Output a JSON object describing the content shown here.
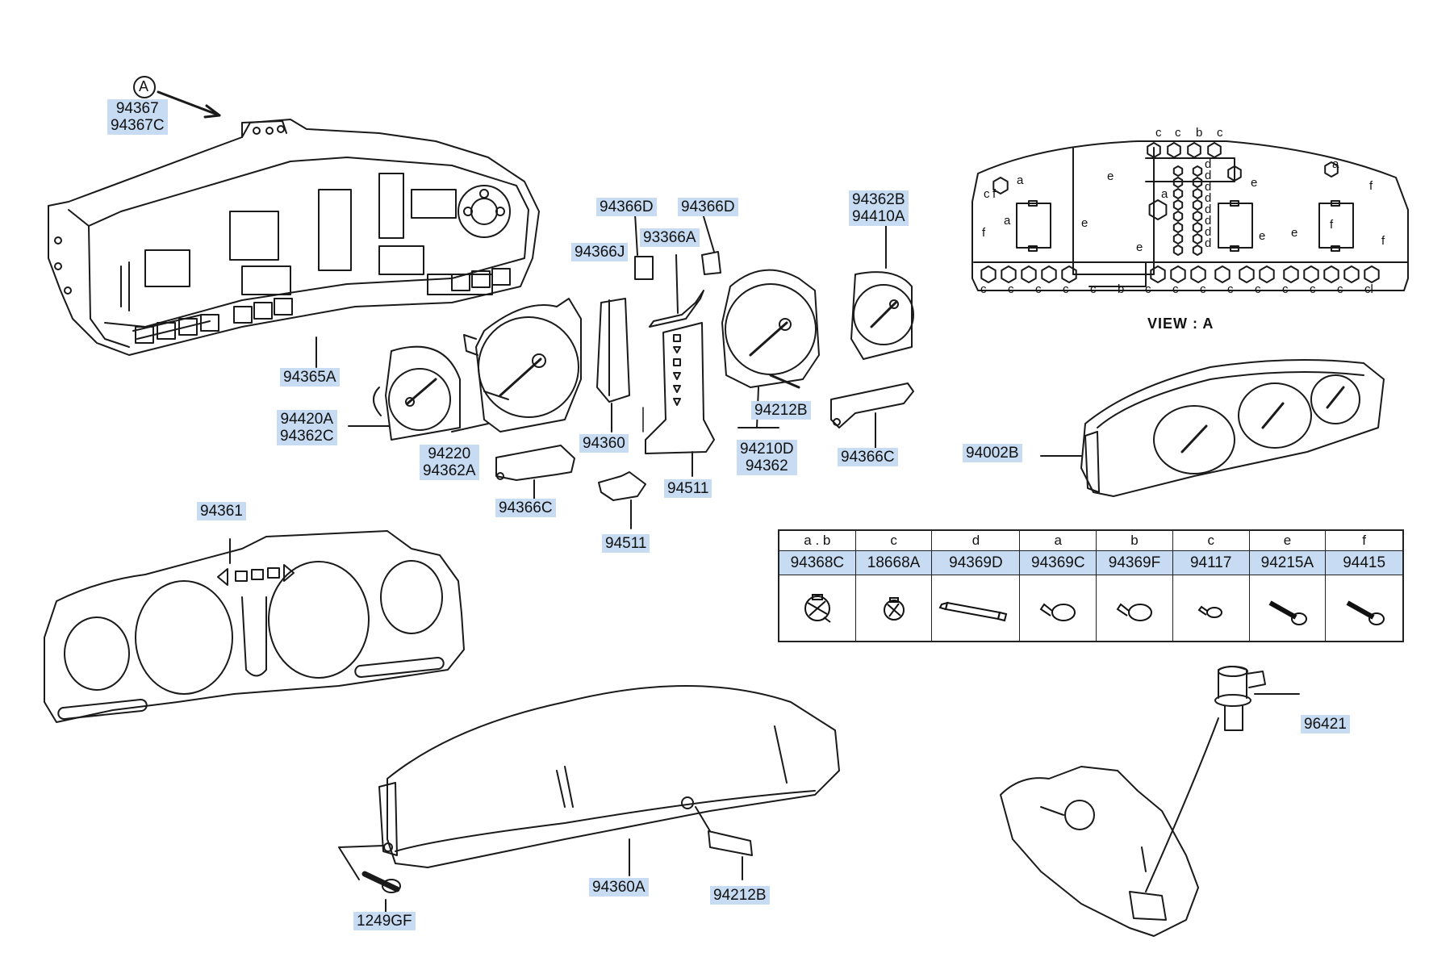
{
  "callout_letter": "A",
  "view_label": "VIEW : A",
  "labels": {
    "p94367_94367c": "94367\n94367C",
    "p94365a": "94365A",
    "p94420a_94362c": "94420A\n94362C",
    "p94220_94362a": "94220\n94362A",
    "p94366d_1": "94366D",
    "p94366d_2": "94366D",
    "p94366j": "94366J",
    "p93366a": "93366A",
    "p94360": "94360",
    "p94511_1": "94511",
    "p94511_2": "94511",
    "p94366c_1": "94366C",
    "p94366c_2": "94366C",
    "p94362b_94410a": "94362B\n94410A",
    "p94212b_1": "94212B",
    "p94210d_94362": "94210D\n94362",
    "p94002b": "94002B",
    "p94361": "94361",
    "p94360a": "94360A",
    "p94212b_2": "94212B",
    "p1249gf": "1249GF",
    "p96421": "96421"
  },
  "bulb_table": {
    "columns": [
      {
        "key": "a . b",
        "part": "94368C",
        "icon": "socket-bulb-icon"
      },
      {
        "key": "c",
        "part": "18668A",
        "icon": "socket-small-icon"
      },
      {
        "key": "d",
        "part": "94369D",
        "icon": "festoon-bulb-icon"
      },
      {
        "key": "a",
        "part": "94369C",
        "icon": "wedge-bulb-icon"
      },
      {
        "key": "b",
        "part": "94369F",
        "icon": "wedge-bulb-icon"
      },
      {
        "key": "c",
        "part": "94117",
        "icon": "mini-bulb-icon"
      },
      {
        "key": "e",
        "part": "94215A",
        "icon": "screw-icon"
      },
      {
        "key": "f",
        "part": "94415",
        "icon": "screw-icon"
      }
    ]
  },
  "view_a_letters": {
    "top": [
      "c",
      "c",
      "b",
      "c"
    ],
    "right_column": [
      "d",
      "d",
      "d",
      "d",
      "d",
      "d",
      "d",
      "d"
    ],
    "left": [
      "c",
      "f",
      "a",
      "f"
    ],
    "inner": [
      "a",
      "a",
      "a",
      "e",
      "e",
      "e",
      "e",
      "e",
      "e",
      "f",
      "f",
      "f"
    ],
    "bottom": [
      "c",
      "c",
      "c",
      "c",
      "c",
      "b",
      "c",
      "c",
      "c",
      "c",
      "c",
      "c",
      "c",
      "c",
      "cl"
    ]
  }
}
